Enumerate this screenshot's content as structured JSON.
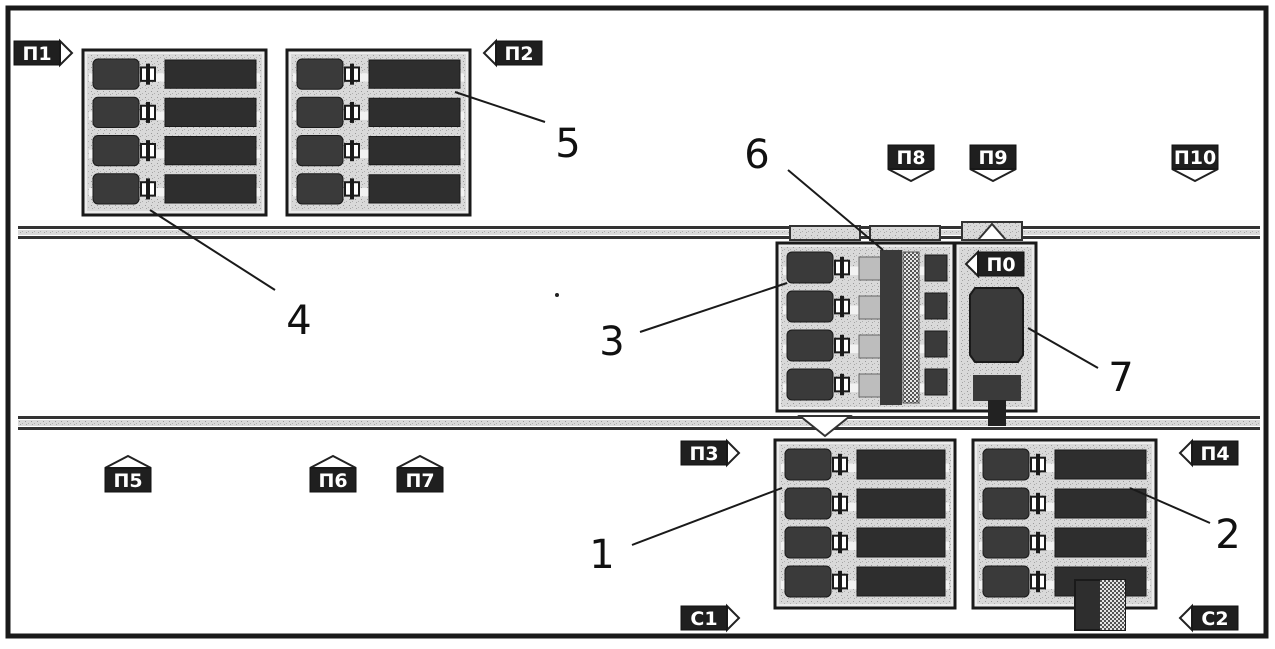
{
  "diagram": {
    "tags": {
      "p1": "П1",
      "p2": "П2",
      "p3": "П3",
      "p4": "П4",
      "p5": "П5",
      "p6": "П6",
      "p7": "П7",
      "p8": "П8",
      "p9": "П9",
      "p10": "П10",
      "p0": "П0",
      "c1": "С1",
      "c2": "С2"
    },
    "callouts": {
      "n1": "1",
      "n2": "2",
      "n3": "3",
      "n4": "4",
      "n5": "5",
      "n6": "6",
      "n7": "7"
    }
  },
  "colors": {
    "outline": "#1a1a1a",
    "dark_fill": "#3a3a3a",
    "stripe_fill": "#cfcfcf",
    "panel_fill": "#ececec",
    "tag_fill": "#1f1f1f"
  }
}
